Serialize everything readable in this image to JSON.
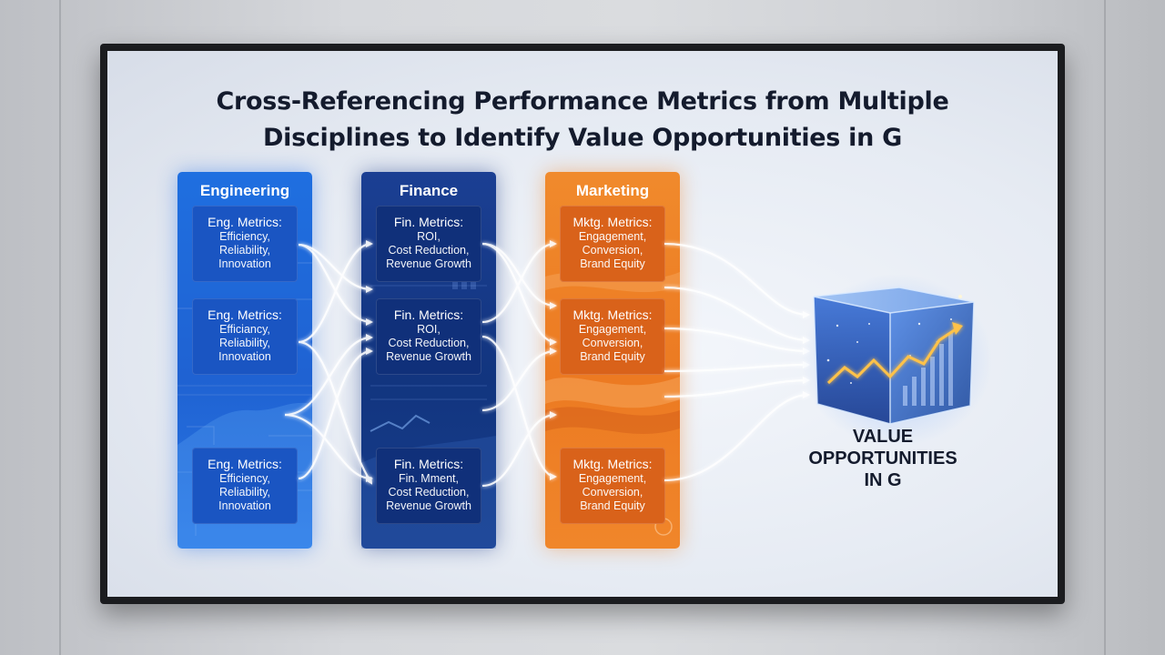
{
  "title_line1": "Cross-Referencing Performance Metrics from Multiple",
  "title_line2": "Disciplines to Identify Value Opportunities in G",
  "columns": [
    {
      "id": "engineering",
      "header": "Engineering",
      "color": "#1f6fe0",
      "cards": [
        {
          "title": "Eng. Metrics:",
          "lines": [
            "Efficiency,",
            "Reliability,",
            "Innovation"
          ]
        },
        {
          "title": "Eng. Metrics:",
          "lines": [
            "Efficiancy,",
            "Reliability,",
            "Innovation"
          ]
        },
        {
          "title": "Eng. Metrics:",
          "lines": [
            "Efficiency,",
            "Reliability,",
            "Innovation"
          ]
        }
      ]
    },
    {
      "id": "finance",
      "header": "Finance",
      "color": "#12357f",
      "cards": [
        {
          "title": "Fin. Metrics:",
          "lines": [
            "ROI,",
            "Cost Reduction,",
            "Revenue Growth"
          ]
        },
        {
          "title": "Fin. Metrics:",
          "lines": [
            "ROI,",
            "Cost Reduction,",
            "Revenue Growth"
          ]
        },
        {
          "title": "Fin. Metrics:",
          "lines": [
            "Fin. Mment,",
            "Cost Reduction,",
            "Revenue Growth"
          ]
        }
      ]
    },
    {
      "id": "marketing",
      "header": "Marketing",
      "color": "#ec7a22",
      "cards": [
        {
          "title": "Mktg. Metrics:",
          "lines": [
            "Engagement,",
            "Conversion,",
            "Brand Equity"
          ]
        },
        {
          "title": "Mktg. Metrics:",
          "lines": [
            "Engagement,",
            "Conversion,",
            "Brand Equity"
          ]
        },
        {
          "title": "Mktg. Metrics:",
          "lines": [
            "Engagement,",
            "Conversion,",
            "Brand Equity"
          ]
        }
      ]
    }
  ],
  "value_label": [
    "VALUE",
    "OPPORTUNITIES",
    "IN G"
  ]
}
